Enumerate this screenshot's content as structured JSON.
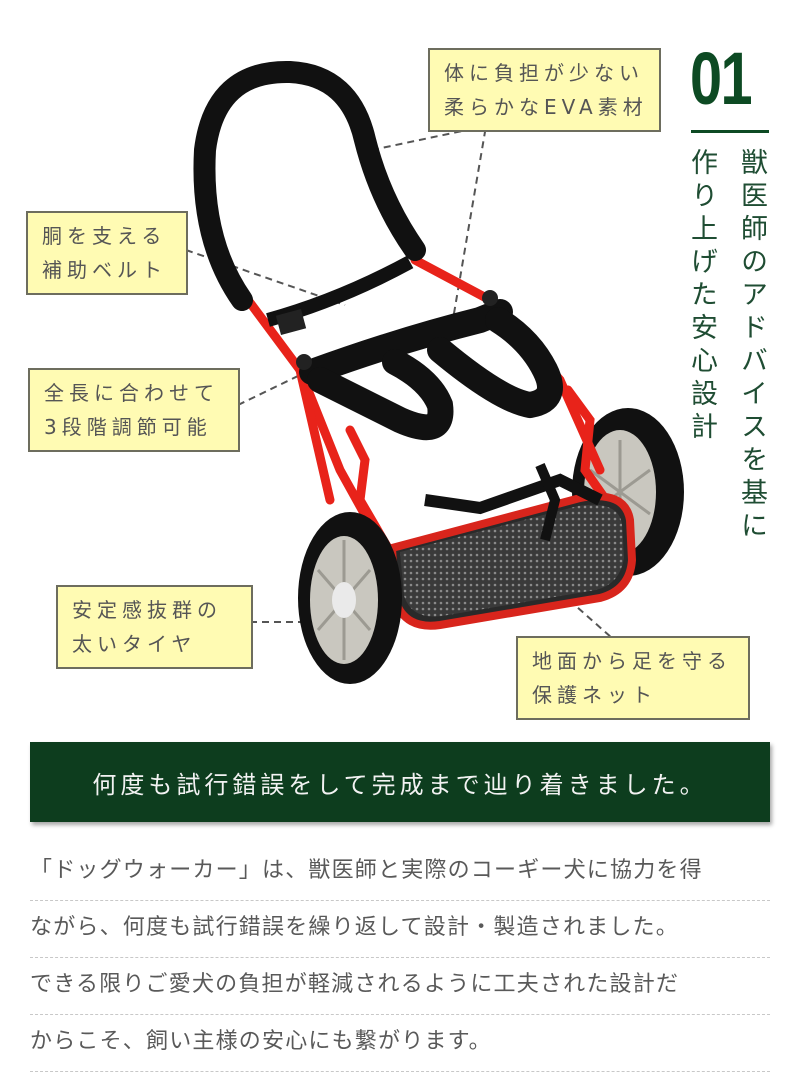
{
  "feature": {
    "number": "01",
    "heading_columns": [
      "獣医師のアドバイスを基に",
      "作り上げた安心設計"
    ],
    "accent_color": "#0d4a23"
  },
  "callouts": [
    {
      "id": "eva",
      "line1": "体に負担が少ない",
      "line2": "柔らかなEVA素材"
    },
    {
      "id": "belt",
      "line1": "胴を支える",
      "line2": "補助ベルト"
    },
    {
      "id": "adjust",
      "line1": "全長に合わせて",
      "line2": "3段階調節可能"
    },
    {
      "id": "tire",
      "line1": "安定感抜群の",
      "line2": "太いタイヤ"
    },
    {
      "id": "net",
      "line1": "地面から足を守る",
      "line2": "保護ネット"
    }
  ],
  "banner": {
    "text": "何度も試行錯誤をして完成まで辿り着きました。",
    "color": "#0d3d1e"
  },
  "body": {
    "lines": [
      "「ドッグウォーカー」は、獣医師と実際のコーギー犬に協力を得",
      "ながら、何度も試行錯誤を繰り返して設計・製造されました。",
      "できる限りご愛犬の負担が軽減されるように工夫された設計だ",
      "からこそ、飼い主様の安心にも繋がります。"
    ]
  },
  "product": {
    "name": "dog-walker-wheelchair",
    "frame_color": "#e8231a",
    "pad_color": "#111111"
  }
}
